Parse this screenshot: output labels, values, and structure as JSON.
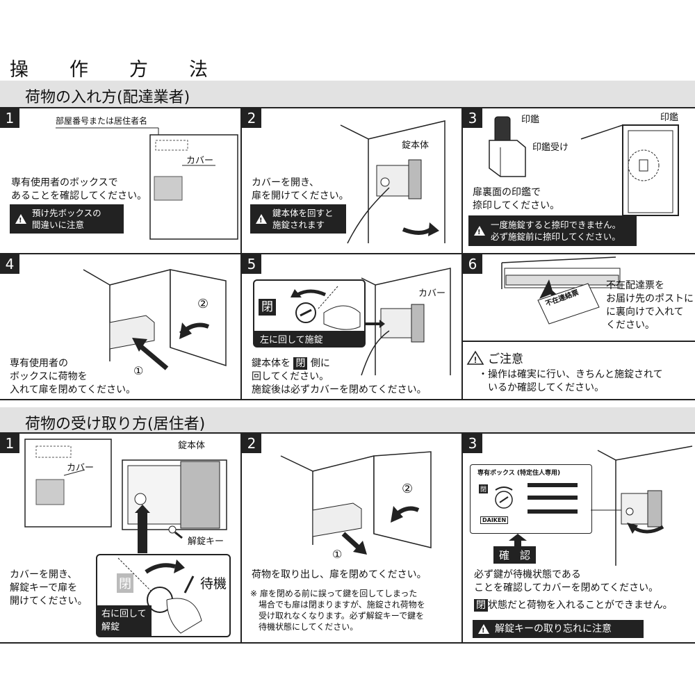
{
  "title": "操　作　方　法",
  "delivery": {
    "header": "荷物の入れ方(配達業者)",
    "steps": [
      {
        "num": "1",
        "label_room": "部屋番号または居住者名",
        "label_cover": "カバー",
        "text": "専有使用者のボックスで\nあることを確認してください。",
        "warning": "預け先ボックスの\n間違いに注意"
      },
      {
        "num": "2",
        "label_lock": "錠本体",
        "text": "カバーを開き、\n扉を開けてください。",
        "warning": "鍵本体を回すと\n施錠されます"
      },
      {
        "num": "3",
        "label_seal": "印鑑",
        "label_seal_holder": "印鑑受け",
        "label_seal2": "印鑑",
        "text": "扉裏面の印鑑で\n捺印してください。",
        "warning": "一度施錠すると捺印できません。\n必ず施錠前に捺印してください。"
      },
      {
        "num": "4",
        "mark1": "①",
        "mark2": "②",
        "text": "専有使用者の\nボックスに荷物を\n入れて扉を閉めてください。"
      },
      {
        "num": "5",
        "close_mark": "閉",
        "caption": "左に回して施錠",
        "label_cover": "カバー",
        "text_a": "鍵本体を",
        "text_b": "側に",
        "text_c": "回してください。\n施錠後は必ずカバーを閉めてください。"
      },
      {
        "num": "6",
        "slip": "不在連絡票",
        "text": "不在配達票を\nお届け先のポストに\nに裏向けで入れて\nください。"
      }
    ],
    "caution": {
      "title": "ご注意",
      "text": "・操作は確実に行い、きちんと施錠されて\n　いるか確認してください。"
    }
  },
  "resident": {
    "header": "荷物の受け取り方(居住者)",
    "steps": [
      {
        "num": "1",
        "label_lock": "錠本体",
        "label_cover": "カバー",
        "label_key": "解錠キー",
        "close_mark": "閉",
        "standby": "待機",
        "caption": "右に回して\n解錠",
        "text": "カバーを開き、\n解錠キーで扉を\n開けてください。"
      },
      {
        "num": "2",
        "mark1": "①",
        "mark2": "②",
        "text": "荷物を取り出し、扉を閉めてください。",
        "note": "※ 扉を閉める前に誤って鍵を回してしまった\n　場合でも扉は閉まりますが、施錠され荷物を\n　受け取れなくなります。必ず解錠キーで鍵を\n　待機状態にしてください。"
      },
      {
        "num": "3",
        "plate_title": "専有ボックス (特定住人専用)",
        "brand": "DAIKEN",
        "close_mark": "閉",
        "confirm": "確　認",
        "text": "必ず鍵が待機状態である\nことを確認してカバーを閉めてください。",
        "text2_b": "状態だと荷物を入れることができません。",
        "warning": "解錠キーの取り忘れに注意"
      }
    ]
  }
}
